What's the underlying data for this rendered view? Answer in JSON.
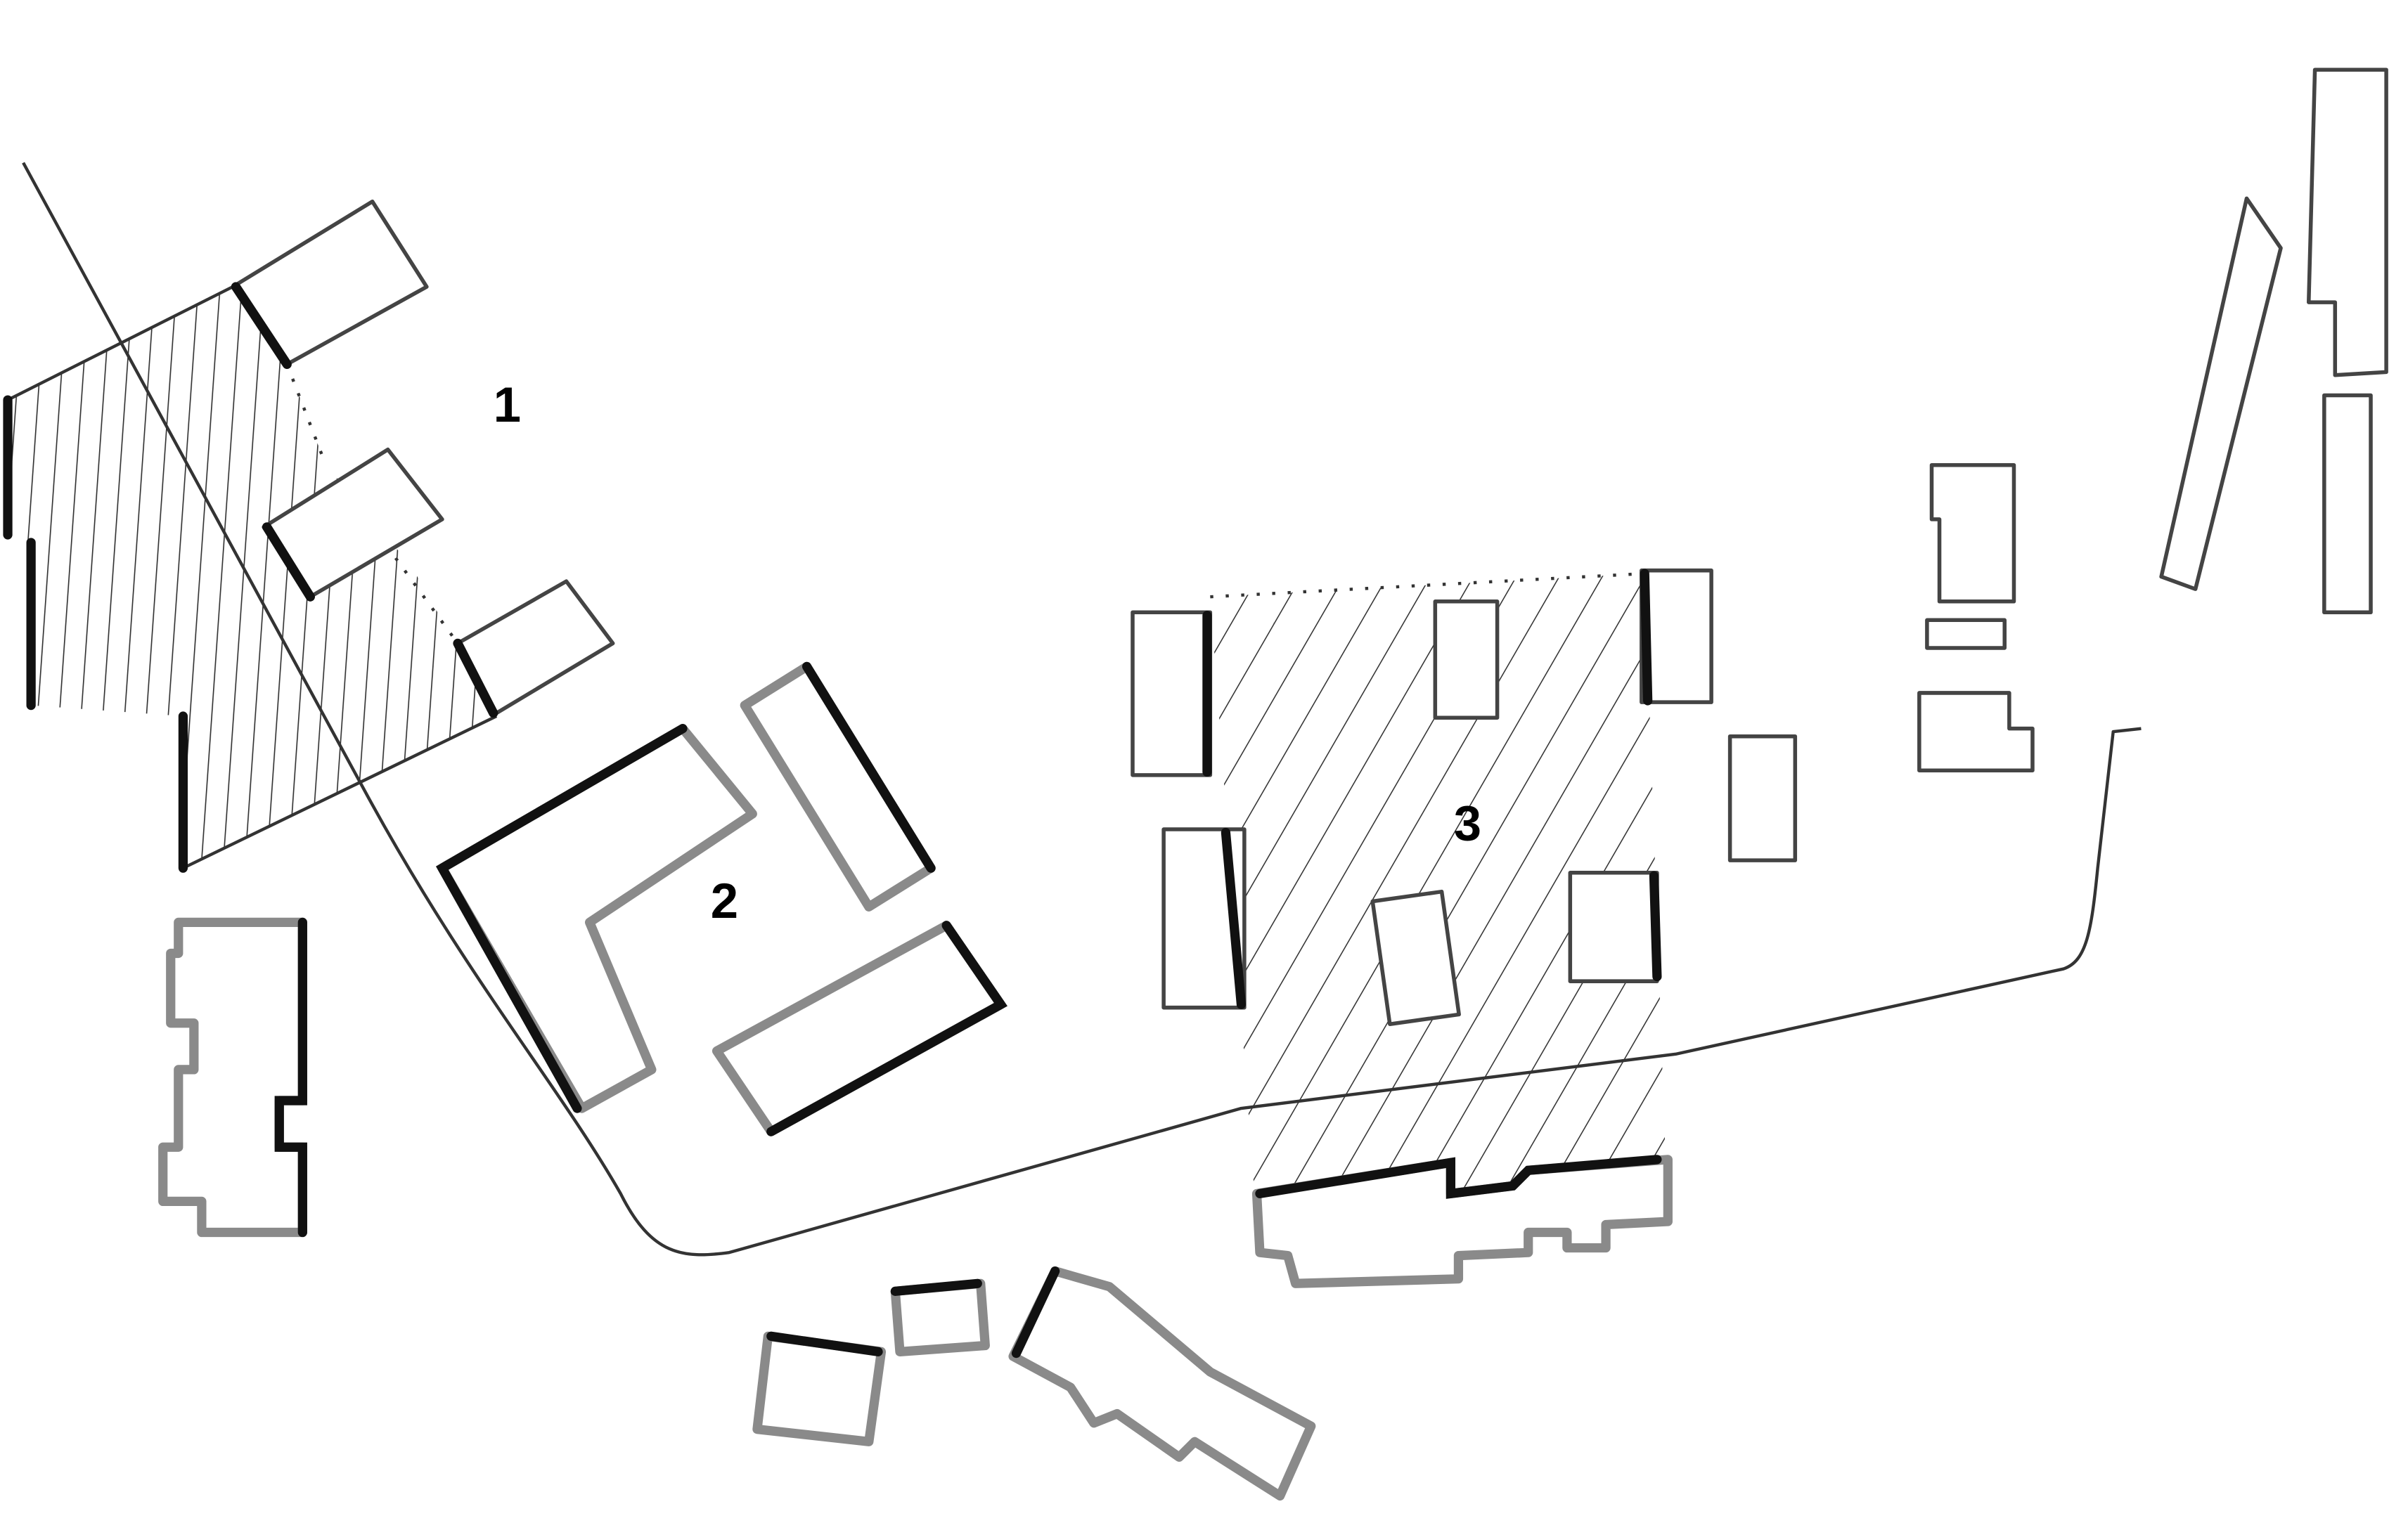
{
  "diagram": {
    "labels": {
      "zone1": "1",
      "zone2": "2",
      "zone3": "3"
    },
    "colors": {
      "ink": "#111111",
      "line": "#333333",
      "marker_grey": "#8a8a8a",
      "paper": "#ffffff"
    }
  }
}
